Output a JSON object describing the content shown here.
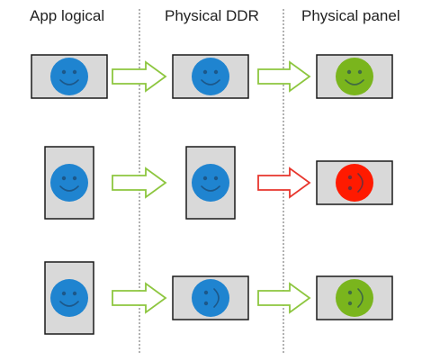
{
  "headers": {
    "app_logical": "App logical",
    "physical_ddr": "Physical DDR",
    "physical_panel": "Physical panel"
  },
  "colors": {
    "frame_fill": "#d9d9d9",
    "frame_stroke": "#1a1a1a",
    "face_blue": "#1f84d0",
    "face_green": "#7ab51d",
    "face_red": "#ff1a00",
    "arrow_green": "#8dc63f",
    "arrow_red": "#e8362d",
    "divider": "#666666"
  },
  "rows": [
    {
      "app": {
        "orientation": "landscape",
        "face_color": "blue",
        "face_rotation": 0
      },
      "arrow1_color": "green",
      "ddr": {
        "orientation": "landscape",
        "face_color": "blue",
        "face_rotation": 0
      },
      "arrow2_color": "green",
      "panel": {
        "orientation": "landscape",
        "face_color": "green",
        "face_rotation": 0
      }
    },
    {
      "app": {
        "orientation": "portrait",
        "face_color": "blue",
        "face_rotation": 0
      },
      "arrow1_color": "green",
      "ddr": {
        "orientation": "portrait",
        "face_color": "blue",
        "face_rotation": 0
      },
      "arrow2_color": "red",
      "panel": {
        "orientation": "landscape",
        "face_color": "red",
        "face_rotation": -90
      }
    },
    {
      "app": {
        "orientation": "portrait",
        "face_color": "blue",
        "face_rotation": 0
      },
      "arrow1_color": "green",
      "ddr": {
        "orientation": "landscape",
        "face_color": "blue",
        "face_rotation": -90
      },
      "arrow2_color": "green",
      "panel": {
        "orientation": "landscape",
        "face_color": "green",
        "face_rotation": -90
      }
    }
  ]
}
